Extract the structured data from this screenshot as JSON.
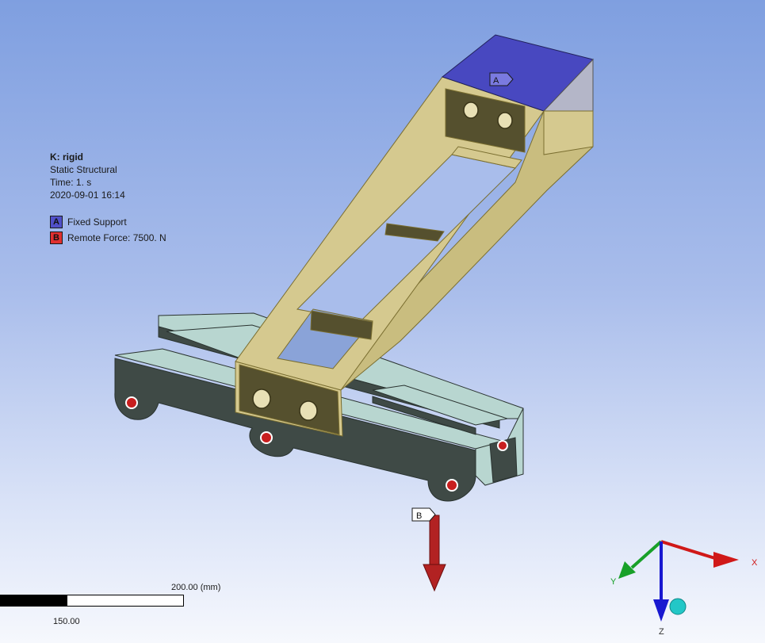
{
  "viewport": {
    "legend": {
      "title": "K: rigid",
      "analysis_type": "Static Structural",
      "time": "Time: 1. s",
      "timestamp": "2020-09-01 16:14",
      "items": [
        {
          "tag": "A",
          "label": "Fixed Support",
          "color": "#5050c8"
        },
        {
          "tag": "B",
          "label": "Remote Force: 7500. N",
          "color": "#e03030"
        }
      ]
    },
    "markers": {
      "a": "A",
      "b": "B"
    },
    "scale": {
      "top_label": "200.00 (mm)",
      "bottom_label": "150.00"
    },
    "triad": {
      "x": "X",
      "y": "Y",
      "z": "Z"
    },
    "colors": {
      "selected_body": "#d5c98f",
      "fixed_support_face": "#4848c0",
      "base_frame": "#3f4a46",
      "base_frame_light": "#b8d6d0",
      "force_arrow": "#b22222",
      "axis_x": "#d01818",
      "axis_y": "#18a028",
      "axis_z": "#1818d0"
    }
  }
}
